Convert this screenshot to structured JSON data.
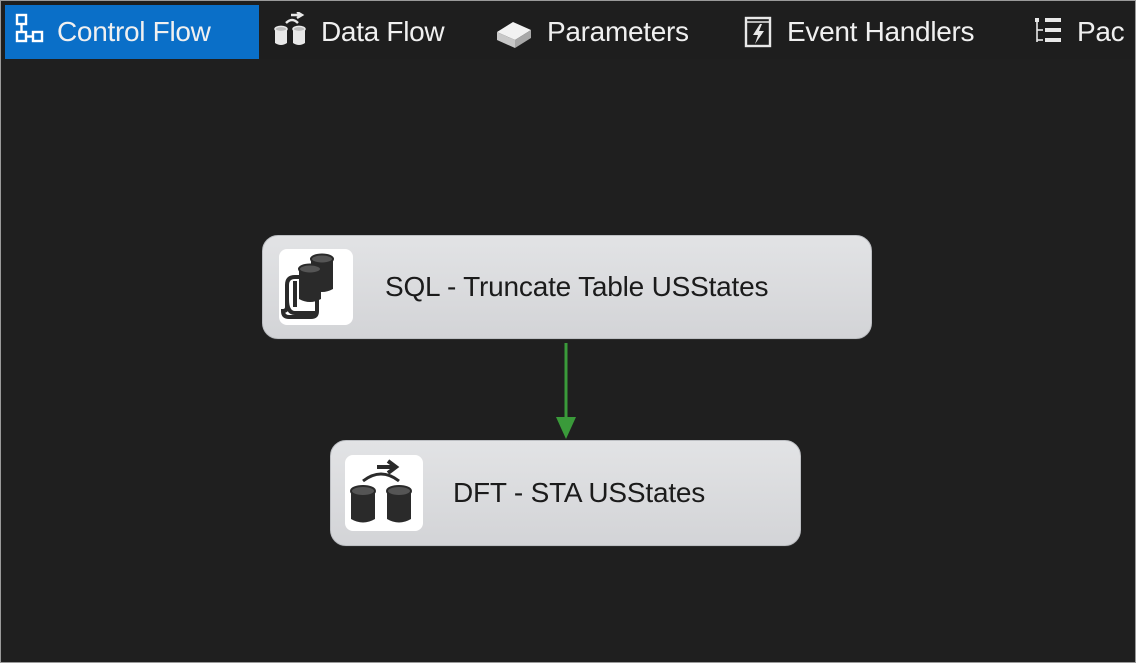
{
  "tabs": [
    {
      "label": "Control Flow",
      "icon": "control-flow-icon",
      "active": true
    },
    {
      "label": "Data Flow",
      "icon": "data-flow-icon",
      "active": false
    },
    {
      "label": "Parameters",
      "icon": "parameters-icon",
      "active": false
    },
    {
      "label": "Event Handlers",
      "icon": "event-handlers-icon",
      "active": false
    },
    {
      "label": "Pac",
      "icon": "package-explorer-icon",
      "active": false
    }
  ],
  "tasks": [
    {
      "label": "SQL - Truncate Table USStates",
      "icon": "execute-sql-task-icon"
    },
    {
      "label": "DFT - STA USStates",
      "icon": "data-flow-task-icon"
    }
  ],
  "connector": {
    "color": "#3a9a3a",
    "type": "success-precedence-constraint"
  },
  "colors": {
    "background": "#1f1f1f",
    "active_tab": "#0a6fc8",
    "task_fill": "#d9dadc",
    "text_light": "#f0f0f0"
  }
}
